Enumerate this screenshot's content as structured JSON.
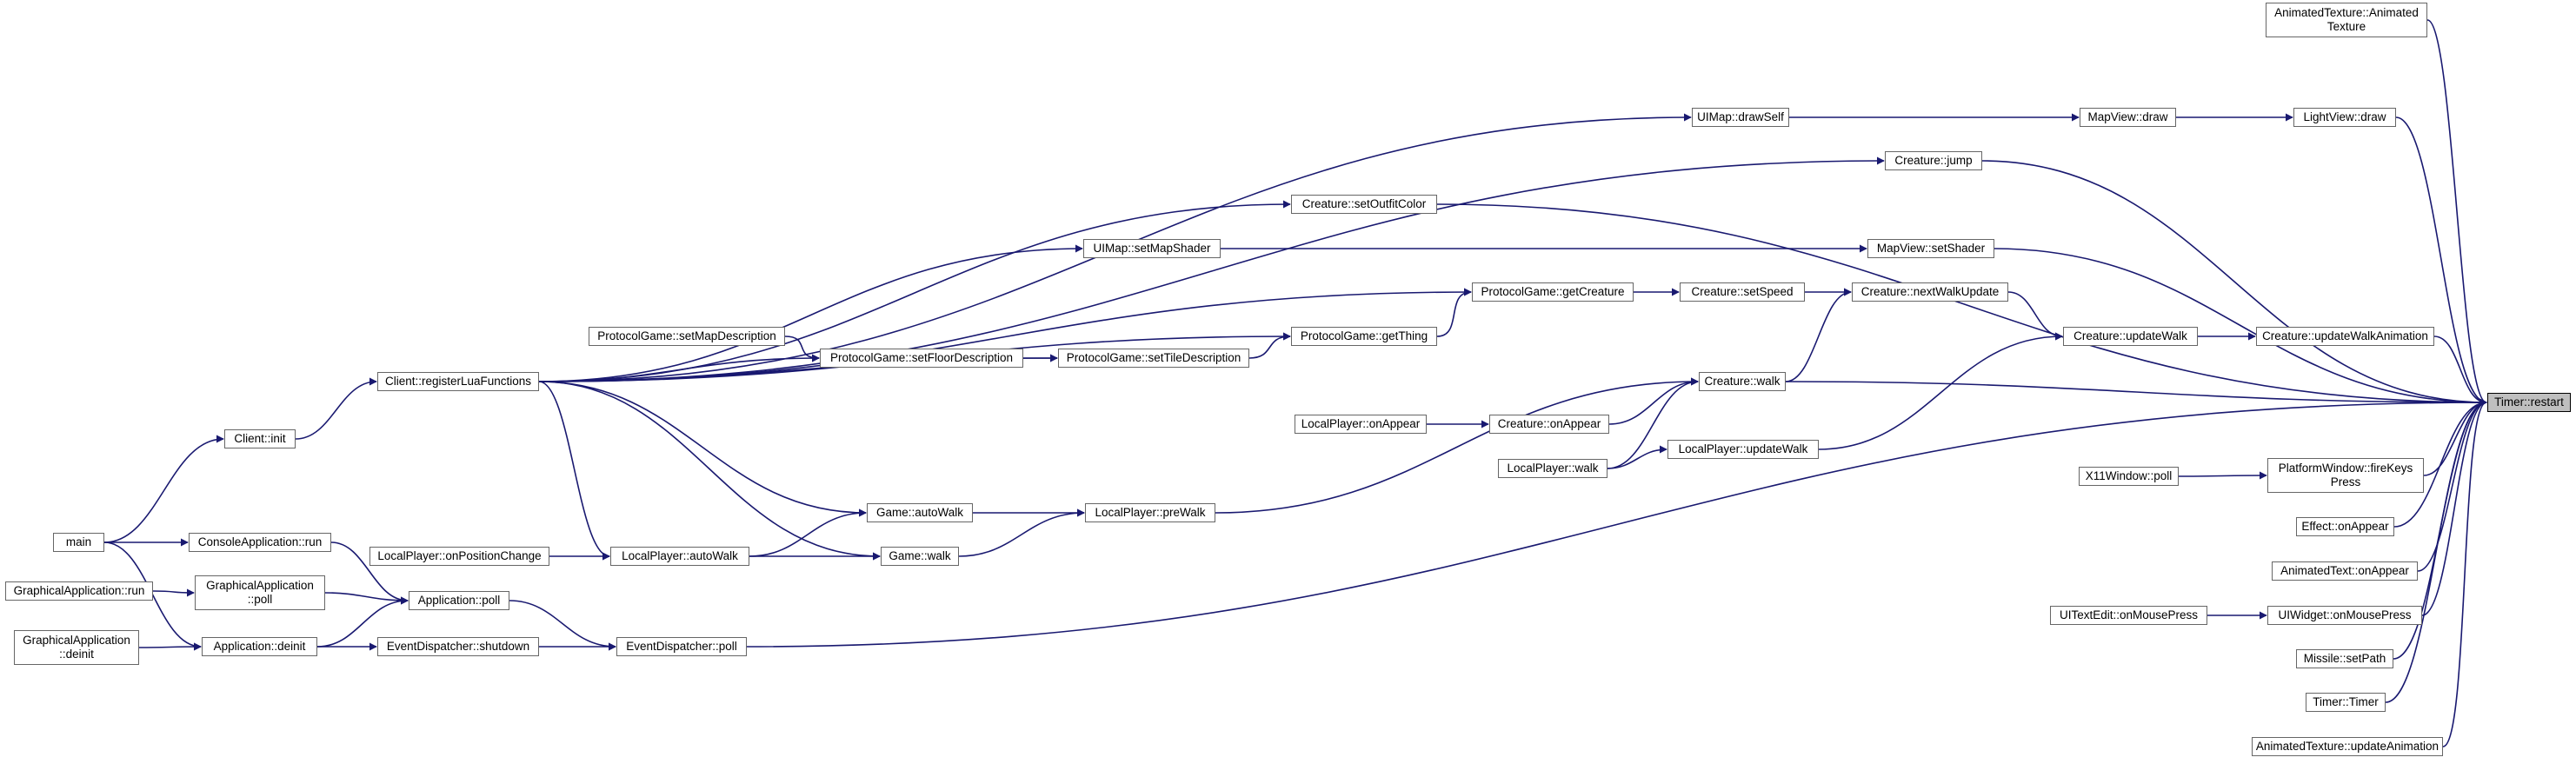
{
  "diagram": {
    "type": "call-graph",
    "direction": "left-to-right",
    "colors": {
      "edge": "#191970",
      "node_border": "#666666",
      "focus_fill": "#bfbfbf"
    },
    "nodes": {
      "timer_restart": "Timer::restart",
      "animtex_ctor": "AnimatedTexture::Animated\nTexture",
      "lightview_draw": "LightView::draw",
      "mapview_draw": "MapView::draw",
      "uimap_drawself": "UIMap::drawSelf",
      "creature_jump": "Creature::jump",
      "creature_setoutfitcolor": "Creature::setOutfitColor",
      "mapview_setshader": "MapView::setShader",
      "uimap_setmapshader": "UIMap::setMapShader",
      "protocolgame_getcreature": "ProtocolGame::getCreature",
      "creature_setspeed": "Creature::setSpeed",
      "creature_nextwalkupdate": "Creature::nextWalkUpdate",
      "creature_updatewalkanimation": "Creature::updateWalkAnimation",
      "creature_updatewalk": "Creature::updateWalk",
      "protocolgame_getthing": "ProtocolGame::getThing",
      "protocolgame_settiledescription": "ProtocolGame::setTileDescription",
      "protocolgame_setfloordescription": "ProtocolGame::setFloorDescription",
      "protocolgame_setmapdescription": "ProtocolGame::setMapDescription",
      "client_registerluafunctions": "Client::registerLuaFunctions",
      "creature_walk": "Creature::walk",
      "creature_onappear": "Creature::onAppear",
      "localplayer_onappear": "LocalPlayer::onAppear",
      "localplayer_walk": "LocalPlayer::walk",
      "localplayer_updatewalk": "LocalPlayer::updateWalk",
      "client_init": "Client::init",
      "platformwindow_firekeyspress": "PlatformWindow::fireKeys\nPress",
      "x11window_poll": "X11Window::poll",
      "localplayer_prewalk": "LocalPlayer::preWalk",
      "game_autowalk": "Game::autoWalk",
      "effect_onappear": "Effect::onAppear",
      "main": "main",
      "consoleapplication_run": "ConsoleApplication::run",
      "localplayer_onpositionchange": "LocalPlayer::onPositionChange",
      "localplayer_autowalk": "LocalPlayer::autoWalk",
      "game_walk": "Game::walk",
      "animatedtext_onappear": "AnimatedText::onAppear",
      "graphicalapplication_run": "GraphicalApplication::run",
      "graphicalapplication_poll": "GraphicalApplication\n::poll",
      "application_poll": "Application::poll",
      "uitextedit_onmousepress": "UITextEdit::onMousePress",
      "uiwidget_onmousepress": "UIWidget::onMousePress",
      "graphicalapplication_deinit": "GraphicalApplication\n::deinit",
      "application_deinit": "Application::deinit",
      "eventdispatcher_shutdown": "EventDispatcher::shutdown",
      "eventdispatcher_poll": "EventDispatcher::poll",
      "missile_setpath": "Missile::setPath",
      "timer_timer": "Timer::Timer",
      "animatedtexture_updateanimation": "AnimatedTexture::updateAnimation"
    },
    "edges": [
      [
        "animtex_ctor",
        "timer_restart"
      ],
      [
        "lightview_draw",
        "timer_restart"
      ],
      [
        "mapview_draw",
        "lightview_draw"
      ],
      [
        "uimap_drawself",
        "mapview_draw"
      ],
      [
        "client_registerluafunctions",
        "uimap_drawself"
      ],
      [
        "creature_jump",
        "timer_restart"
      ],
      [
        "client_registerluafunctions",
        "creature_jump"
      ],
      [
        "creature_setoutfitcolor",
        "timer_restart"
      ],
      [
        "client_registerluafunctions",
        "creature_setoutfitcolor"
      ],
      [
        "mapview_setshader",
        "timer_restart"
      ],
      [
        "uimap_setmapshader",
        "mapview_setshader"
      ],
      [
        "client_registerluafunctions",
        "uimap_setmapshader"
      ],
      [
        "protocolgame_getcreature",
        "creature_setspeed"
      ],
      [
        "creature_setspeed",
        "creature_nextwalkupdate"
      ],
      [
        "creature_nextwalkupdate",
        "creature_updatewalk"
      ],
      [
        "creature_updatewalk",
        "creature_updatewalkanimation"
      ],
      [
        "creature_updatewalkanimation",
        "timer_restart"
      ],
      [
        "client_registerluafunctions",
        "protocolgame_getcreature"
      ],
      [
        "protocolgame_getthing",
        "protocolgame_getcreature"
      ],
      [
        "protocolgame_settiledescription",
        "protocolgame_getthing"
      ],
      [
        "protocolgame_setfloordescription",
        "protocolgame_settiledescription"
      ],
      [
        "protocolgame_setmapdescription",
        "protocolgame_setfloordescription"
      ],
      [
        "client_registerluafunctions",
        "protocolgame_setfloordescription"
      ],
      [
        "client_registerluafunctions",
        "protocolgame_settiledescription"
      ],
      [
        "client_registerluafunctions",
        "protocolgame_getthing"
      ],
      [
        "creature_walk",
        "creature_nextwalkupdate"
      ],
      [
        "creature_walk",
        "timer_restart"
      ],
      [
        "localplayer_updatewalk",
        "creature_updatewalk"
      ],
      [
        "creature_onappear",
        "creature_walk"
      ],
      [
        "localplayer_onappear",
        "creature_onappear"
      ],
      [
        "localplayer_walk",
        "creature_walk"
      ],
      [
        "localplayer_walk",
        "localplayer_updatewalk"
      ],
      [
        "client_init",
        "client_registerluafunctions"
      ],
      [
        "main",
        "client_init"
      ],
      [
        "x11window_poll",
        "platformwindow_firekeyspress"
      ],
      [
        "platformwindow_firekeyspress",
        "timer_restart"
      ],
      [
        "localplayer_prewalk",
        "creature_walk"
      ],
      [
        "game_autowalk",
        "localplayer_prewalk"
      ],
      [
        "game_walk",
        "localplayer_prewalk"
      ],
      [
        "client_registerluafunctions",
        "game_autowalk"
      ],
      [
        "client_registerluafunctions",
        "localplayer_autowalk"
      ],
      [
        "client_registerluafunctions",
        "game_walk"
      ],
      [
        "localplayer_autowalk",
        "game_autowalk"
      ],
      [
        "localplayer_autowalk",
        "game_walk"
      ],
      [
        "localplayer_onpositionchange",
        "localplayer_autowalk"
      ],
      [
        "effect_onappear",
        "timer_restart"
      ],
      [
        "main",
        "consoleapplication_run"
      ],
      [
        "main",
        "application_deinit"
      ],
      [
        "consoleapplication_run",
        "application_poll"
      ],
      [
        "graphicalapplication_run",
        "graphicalapplication_poll"
      ],
      [
        "graphicalapplication_poll",
        "application_poll"
      ],
      [
        "application_poll",
        "eventdispatcher_poll"
      ],
      [
        "application_deinit",
        "application_poll"
      ],
      [
        "application_deinit",
        "eventdispatcher_shutdown"
      ],
      [
        "eventdispatcher_shutdown",
        "eventdispatcher_poll"
      ],
      [
        "eventdispatcher_poll",
        "timer_restart"
      ],
      [
        "graphicalapplication_deinit",
        "application_deinit"
      ],
      [
        "animatedtext_onappear",
        "timer_restart"
      ],
      [
        "uitextedit_onmousepress",
        "uiwidget_onmousepress"
      ],
      [
        "uiwidget_onmousepress",
        "timer_restart"
      ],
      [
        "missile_setpath",
        "timer_restart"
      ],
      [
        "timer_timer",
        "timer_restart"
      ],
      [
        "animatedtexture_updateanimation",
        "timer_restart"
      ]
    ]
  }
}
